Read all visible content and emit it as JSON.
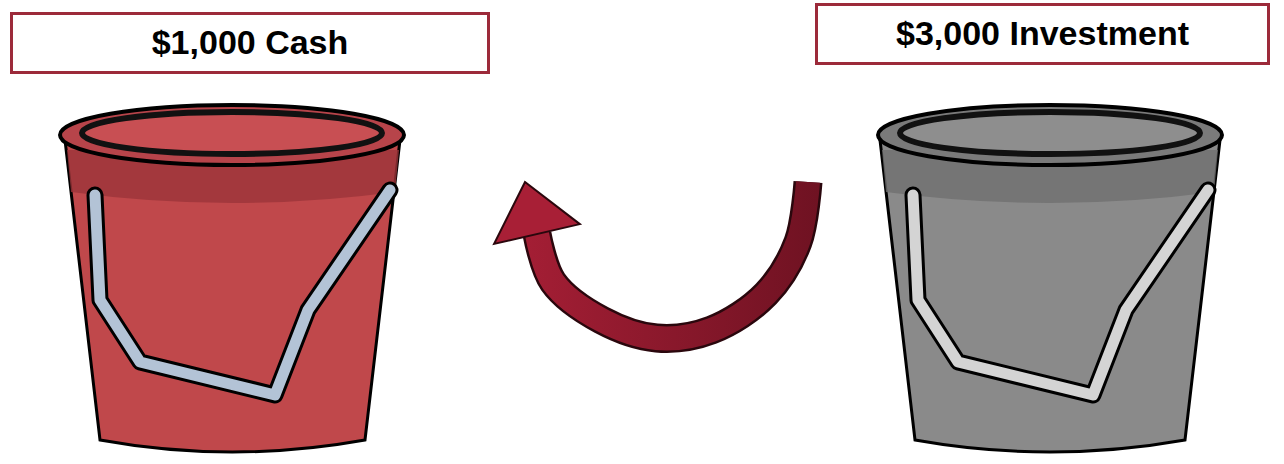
{
  "diagram": {
    "nodes": [
      {
        "text": [
          "$1,000 Cash"
        ]
      },
      {
        "text": [
          "$3,000 Investment"
        ]
      }
    ],
    "edges": [
      {
        "from": 1,
        "to": 0,
        "arrow": "to"
      }
    ]
  }
}
